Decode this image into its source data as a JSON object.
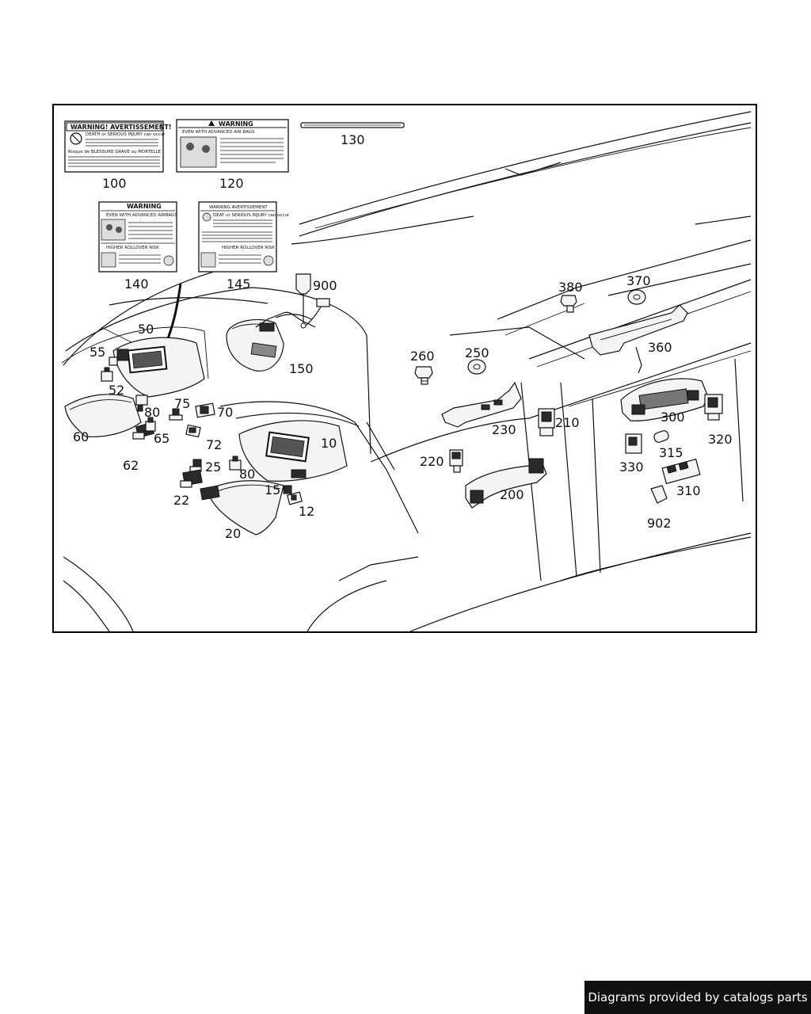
{
  "callouts": {
    "c100": "100",
    "c120": "120",
    "c130": "130",
    "c140": "140",
    "c145": "145",
    "c900": "900",
    "c150": "150",
    "c50": "50",
    "c55": "55",
    "c52": "52",
    "c80a": "80",
    "c75": "75",
    "c70": "70",
    "c60": "60",
    "c65": "65",
    "c62": "62",
    "c72": "72",
    "c25": "25",
    "c80b": "80",
    "c22": "22",
    "c10": "10",
    "c15": "15",
    "c12": "12",
    "c20": "20",
    "c260": "260",
    "c250": "250",
    "c380": "380",
    "c370": "370",
    "c360": "360",
    "c230": "230",
    "c210": "210",
    "c220": "220",
    "c200": "200",
    "c300": "300",
    "c320": "320",
    "c315": "315",
    "c330": "330",
    "c310": "310",
    "c902": "902"
  },
  "labels": {
    "label100": {
      "title": "WARNING! AVERTISSEMENT!",
      "line1": "DEATH or SERIOUS INJURY can occur",
      "line2": "Risque de BLESSURE GRAVE ou MORTELLE"
    },
    "label120": {
      "title": "WARNING",
      "line1": "EVEN WITH ADVANCED AIR BAGS"
    },
    "label140": {
      "title": "WARNING",
      "line1": "EVEN WITH ADVANCED AIRBAGS",
      "line2": "HIGHER ROLLOVER RISK"
    },
    "label145": {
      "title": "WARNING AVERTISSEMENT",
      "line1": "DEAT or SERIOUS INJURY can occur",
      "line2": "HIGHER ROLLOVER RISK"
    }
  },
  "footer": {
    "text": "Diagrams provided by catalogs parts"
  }
}
